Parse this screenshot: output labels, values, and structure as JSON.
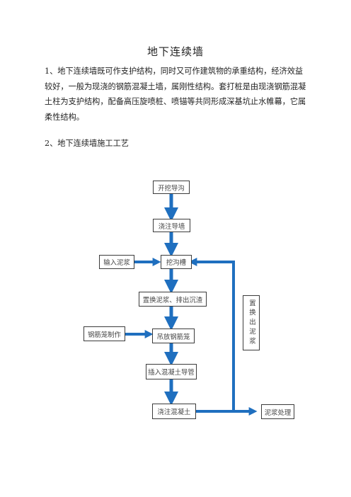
{
  "document": {
    "title": "地下连续墙",
    "paragraph1": "1、地下连续墙既可作支护结构，同时又可作建筑物的承重结构，经济效益较好，一般为现浇的钢筋混凝土墙，属刚性结构。套打桩是由现浇钢筋混凝土柱为支护结构，配备高压旋喷桩、喷锚等共同形成深基坑止水帷幕，它属柔性结构。",
    "heading2": "2、地下连续墙施工工艺"
  },
  "flowchart": {
    "steps": {
      "excavate_guide_trench": "开挖导沟",
      "pour_guide_wall": "浇注导墙",
      "dig_trench": "挖沟槽",
      "replace_slurry": "置换泥浆、排出沉渣",
      "lift_cage": "吊放钢筋笼",
      "insert_pipe": "插入混凝土导管",
      "pour_concrete": "浇注混凝土"
    },
    "side_inputs": {
      "input_slurry": "输入泥浆",
      "make_cage": "钢筋笼制作"
    },
    "side_outputs": {
      "slurry_treatment": "泥浆处理",
      "replace_out_slurry": "置换出泥浆"
    },
    "arrow_color": "#1f6fbf"
  }
}
